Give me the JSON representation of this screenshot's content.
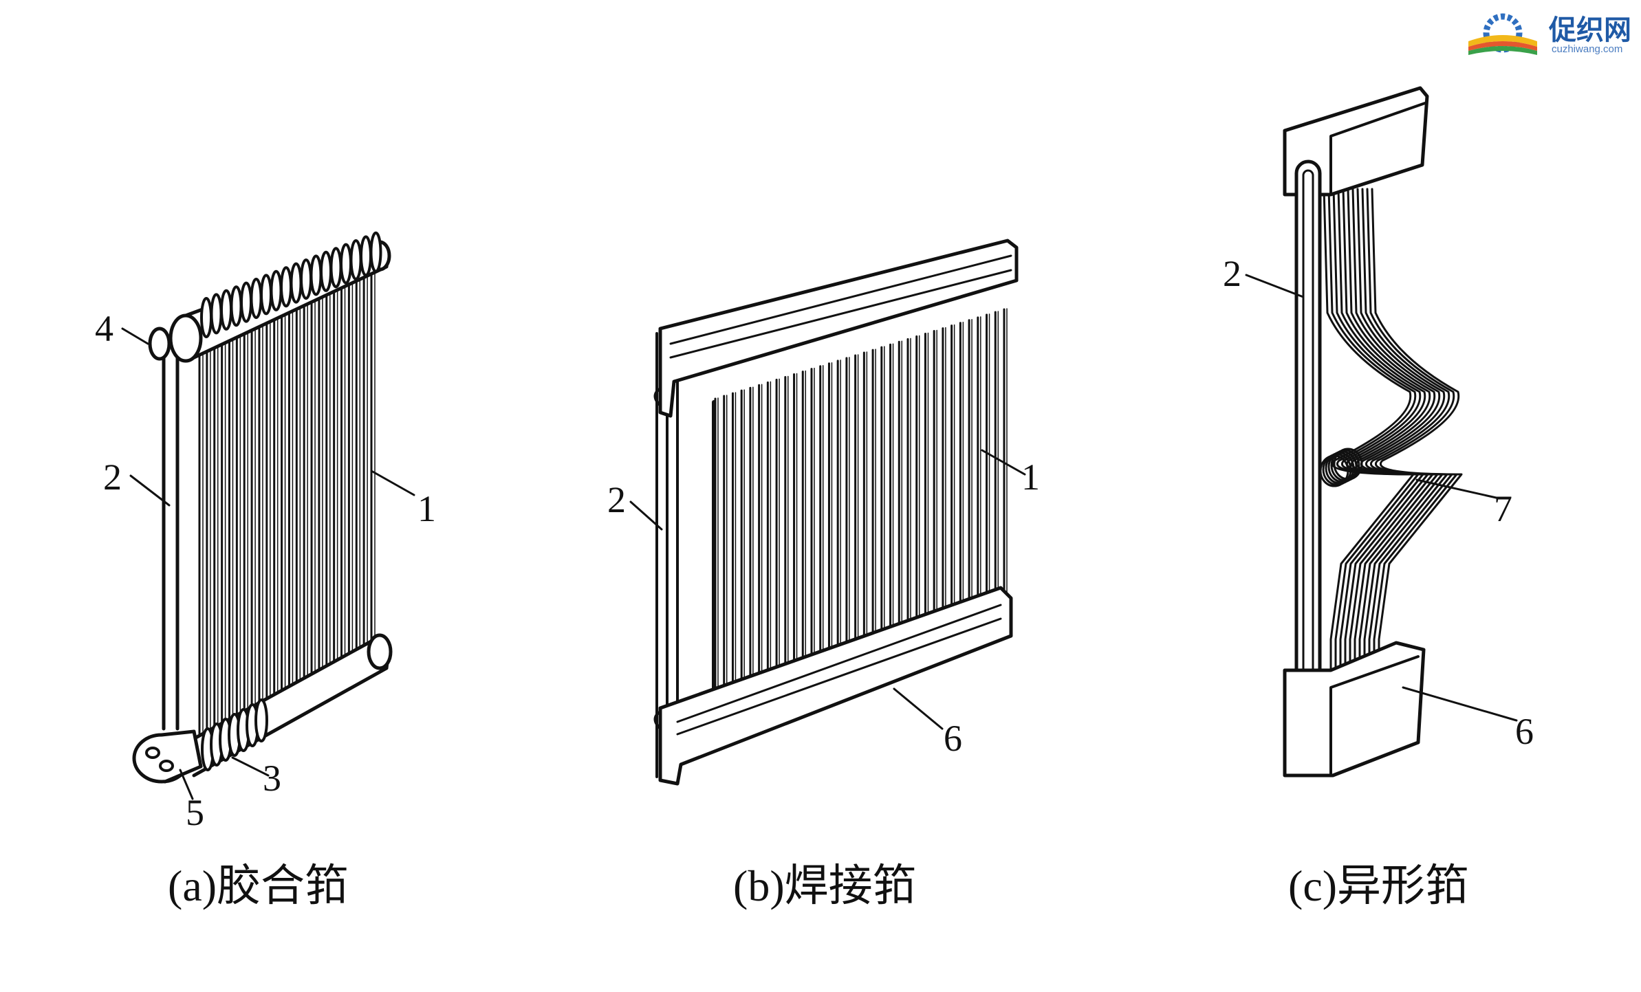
{
  "logo": {
    "name": "促织网",
    "domain": "cuzhiwang.com",
    "colors": {
      "primary": "#1f5aa6",
      "gear": "#2f6fc0",
      "book_top": "#f2b81a",
      "book_mid": "#e4572e",
      "book_base": "#3aa14a"
    }
  },
  "figures": [
    {
      "id": "a",
      "caption": "(a)胶合筘",
      "callouts": [
        "4",
        "2",
        "1",
        "3",
        "5"
      ]
    },
    {
      "id": "b",
      "caption": "(b)焊接筘",
      "callouts": [
        "2",
        "1",
        "6"
      ]
    },
    {
      "id": "c",
      "caption": "(c)异形筘",
      "callouts": [
        "2",
        "7",
        "6"
      ]
    }
  ],
  "style": {
    "ink": "#111111",
    "background": "#ffffff"
  }
}
